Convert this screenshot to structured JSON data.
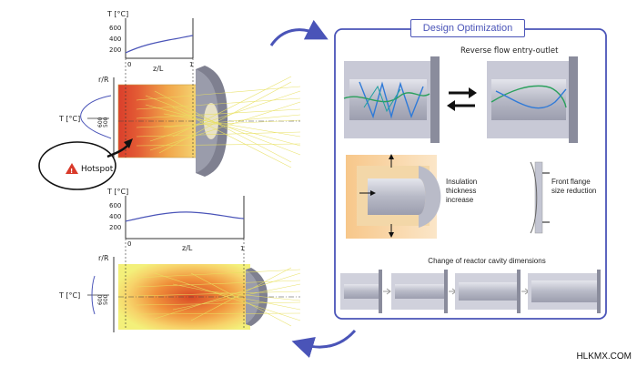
{
  "top_chart": {
    "y_label": "T [°C]",
    "y_ticks": [
      "600",
      "400",
      "200"
    ],
    "x_ticks": [
      "0",
      "1"
    ],
    "x_label": "z/L"
  },
  "top_reactor": {
    "r_label": "r/R",
    "t_label": "T [°C]",
    "scale_low": "600",
    "scale_high": "500",
    "hotspot_label": "Hotspot"
  },
  "bottom_chart": {
    "y_label": "T [°C]",
    "y_ticks": [
      "600",
      "400",
      "200"
    ],
    "x_ticks": [
      "0",
      "1"
    ],
    "x_label": "z/L"
  },
  "bottom_reactor": {
    "r_label": "r/R",
    "t_label": "T [°C]",
    "scale_low": "600",
    "scale_high": "500"
  },
  "panel": {
    "title": "Design Optimization",
    "reverse_flow": "Reverse flow entry-outlet",
    "insulation": "Insulation thickness increase",
    "front_flange": "Front flange size reduction",
    "cavity": "Change of reactor cavity dimensions"
  },
  "watermark": "HLKMX.COM",
  "colors": {
    "accent": "#4a54b8",
    "hot": "#d4341f",
    "warm": "#f2a23a",
    "cool": "#f6e79a",
    "rays": "#e8e060",
    "flange": "#7f8090"
  }
}
